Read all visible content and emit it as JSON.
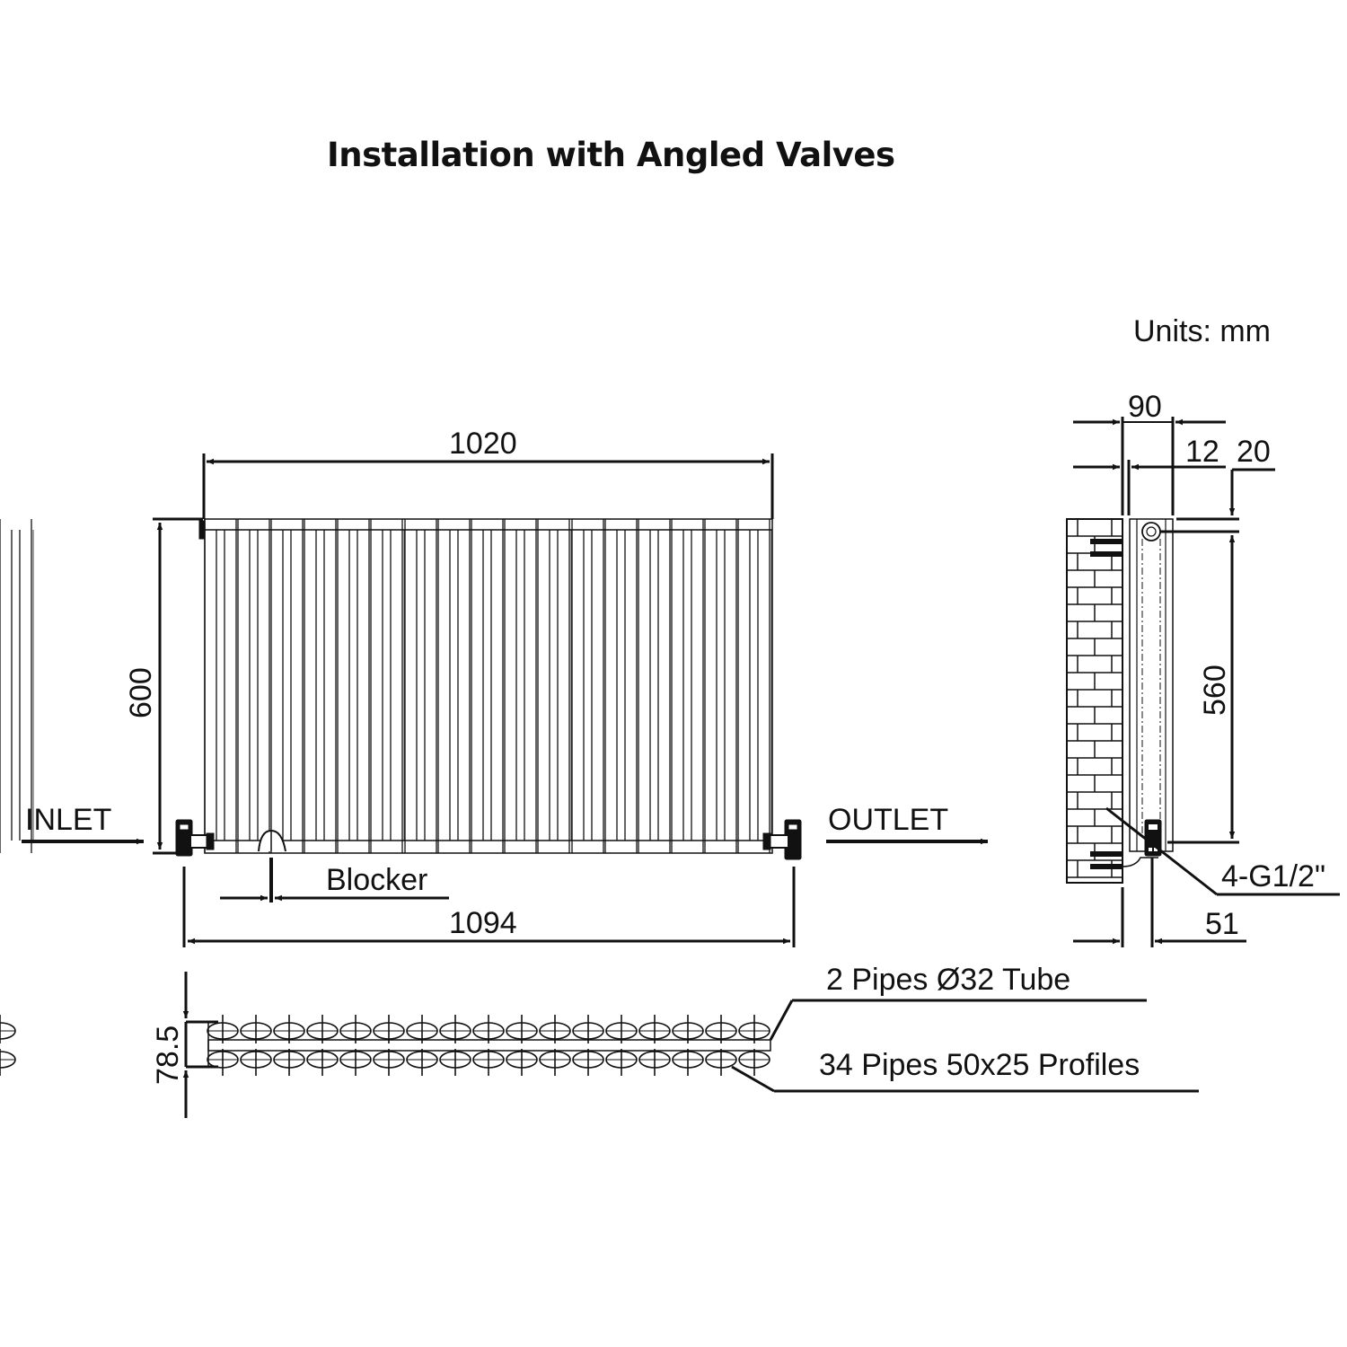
{
  "title": "Installation with Angled Valves",
  "units": "Units: mm",
  "front_view": {
    "width_label": "1020",
    "height_label": "600",
    "total_width_label": "1094",
    "inlet_label": "INLET",
    "outlet_label": "OUTLET",
    "blocker_label": "Blocker",
    "column_count": 17
  },
  "side_view": {
    "depth_label": "90",
    "gap_label": "12",
    "top_offset_label": "20",
    "center_height_label": "560",
    "connection_label": "4-G1/2\"",
    "valve_offset_label": "51"
  },
  "top_view": {
    "depth_label": "78.5",
    "tube_note": "2 Pipes Ø32  Tube",
    "profile_note": "34 Pipes 50x25  Profiles"
  },
  "colors": {
    "line": "#111111",
    "background": "#ffffff"
  }
}
